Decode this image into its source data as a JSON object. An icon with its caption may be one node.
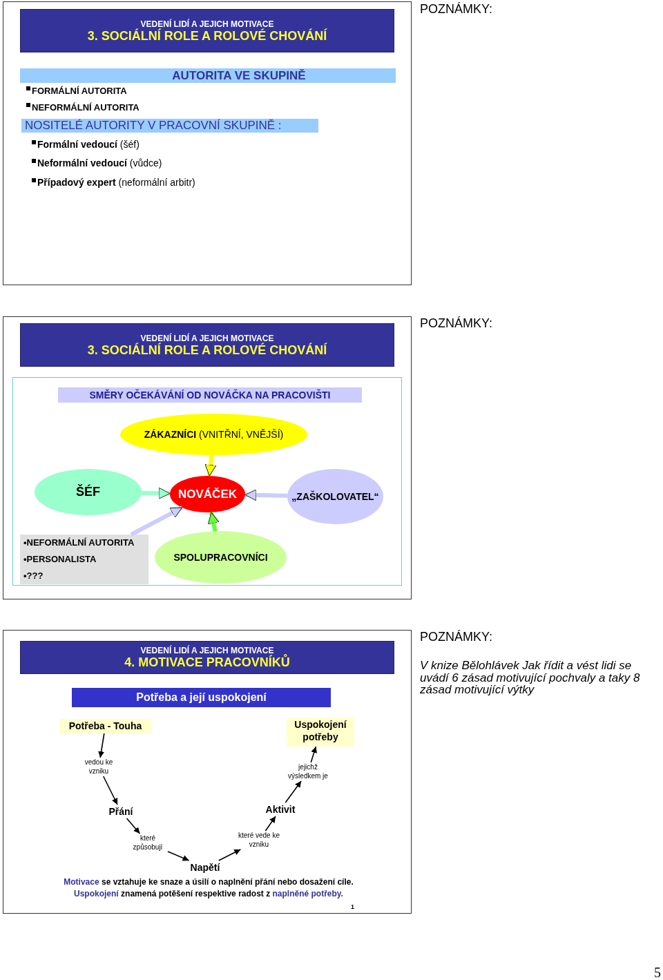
{
  "diagram": {
    "nodes": [
      {
        "text": [],
        "shape": "box"
      },
      {
        "text": [
          "VEDENÍ LIDÍ A JEJICH MOTIVACE",
          "3. SOCIÁLNÍ ROLE A ROLOVÉ CHOVÁNÍ"
        ],
        "in": 0
      },
      {
        "text": [
          "AUTORITA VE SKUPINĚ"
        ],
        "in": 0
      },
      {
        "text": [
          "NOSITELÉ AUTORITY V PRACOVNÍ SKUPINĚ :"
        ],
        "in": 0
      },
      {
        "text": [],
        "shape": "box"
      },
      {
        "text": [
          "VEDENÍ LIDÍ A JEJICH MOTIVACE",
          "3. SOCIÁLNÍ ROLE A ROLOVÉ CHOVÁNÍ"
        ],
        "in": 4
      },
      {
        "text": [],
        "shape": "box",
        "in": 4
      },
      {
        "text": [
          "SMĚRY OČEKÁVÁNÍ OD NOVÁČKA NA PRACOVIŠTI"
        ],
        "in": 6
      },
      {
        "text": [
          "**ZÁKAZNÍCI** (VNITŘNÍ, VNĚJŠÍ)"
        ],
        "in": 6
      },
      {
        "text": [
          "ŠÉF"
        ],
        "in": 6
      },
      {
        "text": [
          "NOVÁČEK"
        ],
        "in": 6
      },
      {
        "text": [
          "„ZAŠKOLOVATEL“"
        ],
        "in": 6
      },
      {
        "text": [
          "•NEFORMÁLNÍ AUTORITA",
          "•PERSONALISTA",
          "•???"
        ],
        "in": 6
      },
      {
        "text": [
          "SPOLUPRACOVNÍCI"
        ],
        "in": 6
      },
      {
        "text": [],
        "shape": "box"
      },
      {
        "text": [
          "VEDENÍ LIDÍ A JEJICH MOTIVACE",
          "4. MOTIVACE  PRACOVNÍKŮ"
        ],
        "in": 14
      },
      {
        "text": [
          "Potřeba a její uspokojení"
        ],
        "in": 14
      },
      {
        "text": [
          "Potřeba - Touha"
        ],
        "in": 14
      },
      {
        "text": [
          "vedou ke vzniku"
        ],
        "in": 14
      },
      {
        "text": [
          "Přání"
        ],
        "in": 14
      },
      {
        "text": [
          "které způsobují"
        ],
        "in": 14
      },
      {
        "text": [
          "Napětí"
        ],
        "in": 14
      },
      {
        "text": [
          "které vede ke vzniku"
        ],
        "in": 14
      },
      {
        "text": [
          "Aktivit"
        ],
        "in": 14
      },
      {
        "text": [
          "jejichž výsledkem je"
        ],
        "in": 14
      },
      {
        "text": [
          "Uspokojení potřeby"
        ],
        "in": 14
      }
    ],
    "edges": [
      {
        "from": 8,
        "to": 10,
        "arrow": "to",
        "style": "thick",
        "color": "#ffff00"
      },
      {
        "from": 9,
        "to": 10,
        "arrow": "to",
        "style": "thick",
        "color": "#99ffcc"
      },
      {
        "from": 11,
        "to": 10,
        "arrow": "to",
        "style": "thick",
        "color": "#ccccff"
      },
      {
        "from": 12,
        "to": 10,
        "arrow": "to",
        "style": "thick",
        "color": "#ccccff"
      },
      {
        "from": 13,
        "to": 10,
        "arrow": "to",
        "style": "thick",
        "color": "#66ff33"
      },
      {
        "from": 17,
        "to": 18,
        "arrow": "to"
      },
      {
        "from": 18,
        "to": 19,
        "arrow": "to"
      },
      {
        "from": 19,
        "to": 20,
        "arrow": "to"
      },
      {
        "from": 20,
        "to": 21,
        "arrow": "to"
      },
      {
        "from": 21,
        "to": 22,
        "arrow": "to"
      },
      {
        "from": 22,
        "to": 23,
        "arrow": "to"
      },
      {
        "from": 23,
        "to": 24,
        "arrow": "to"
      },
      {
        "from": 24,
        "to": 25,
        "arrow": "to"
      }
    ],
    "labels": [
      "POZNÁMKY:",
      "FORMÁLNÍ AUTORITA",
      "NEFORMÁLNÍ AUTORITA",
      "**Formální vedoucí** (šéf)",
      "**Neformální vedoucí** (vůdce)",
      "**Případový expert** (neformální arbitr)",
      "POZNÁMKY:",
      "POZNÁMKY:",
      "V knize Bělohlávek Jak řídit a vést lidi se uvádí 6 zásad motivující pochvaly a taky 8 zásad motivující výtky",
      "Motivace",
      "se vztahuje ke snaze a úsilí o naplnění přání nebo dosažení cíle.",
      "Uspokojení",
      "znamená potěšení respektive radost z",
      "naplněné potřeby.",
      "1",
      "5"
    ]
  }
}
